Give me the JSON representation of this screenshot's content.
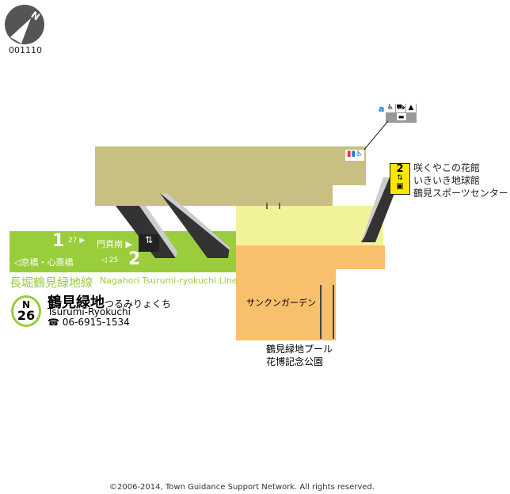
{
  "compass": {
    "label": "N",
    "code": "001110"
  },
  "exit_a": {
    "label": "a"
  },
  "exit_2": {
    "number": "2",
    "destinations": [
      "咲くやこの花館",
      "いきいき地球館",
      "鶴見スポーツセンター"
    ]
  },
  "platform": {
    "track1": {
      "number": "1",
      "car": "27",
      "direction": "門真南 ▶"
    },
    "track2": {
      "number": "2",
      "car": "25",
      "direction": "◁京橋・心斎橋"
    }
  },
  "line": {
    "name_ja": "長堀鶴見緑地線",
    "name_en": "Nagahori Tsurumi-ryokuchi Line",
    "color": "#9acd3c"
  },
  "station": {
    "line_code": "N",
    "number": "26",
    "name_ja": "鶴見緑地",
    "kana": "つるみりょくち",
    "name_en": "Tsurumi-Ryokuchi",
    "phone": "☎ 06-6915-1534"
  },
  "labels": {
    "sunken": "サンクンガーデン",
    "pool": "鶴見緑地プール",
    "park": "花博記念公園"
  },
  "footer": {
    "copyright": "©2006-2014, Town Guidance Support Network. All rights reserved."
  },
  "colors": {
    "concourse": "#c8bf82",
    "yellow": "#f2f29a",
    "orange": "#f8bf6c"
  }
}
